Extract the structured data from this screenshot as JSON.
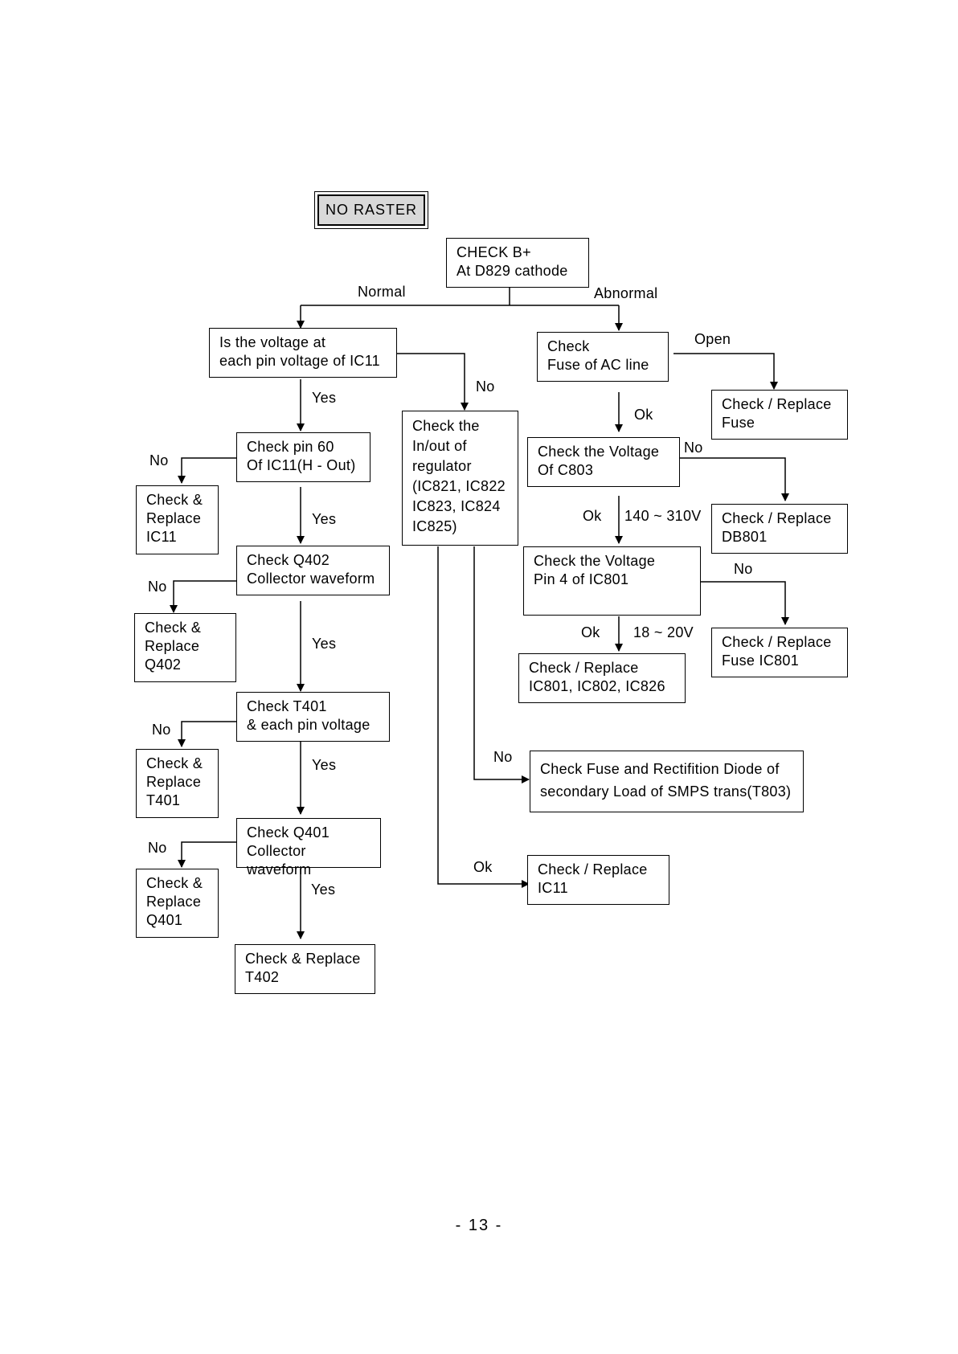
{
  "title": "NO RASTER",
  "nodes": {
    "check_b": "CHECK B+\nAt D829 cathode",
    "is_voltage": "Is the voltage at\neach pin voltage of IC11",
    "check_fuse_ac": "Check\nFuse of AC line",
    "check_replace_fuse": "Check / Replace\nFuse",
    "check_regulator": "Check the\nIn/out of\nregulator\n(IC821, IC822\nIC823, IC824\nIC825)",
    "check_pin60": "Check pin 60\nOf IC11(H - Out)",
    "check_replace_ic11_left": "Check &\nReplace\nIC11",
    "check_voltage_c803": "Check the Voltage\nOf C803",
    "check_replace_db801": "Check / Replace\nDB801",
    "check_q402": "Check Q402\nCollector waveform",
    "check_replace_q402": "Check &\nReplace\nQ402",
    "check_voltage_pin4": "Check the Voltage\nPin 4 of IC801",
    "check_replace_fuse_ic801": "Check / Replace\nFuse IC801",
    "check_replace_ic801": "Check / Replace\nIC801, IC802, IC826",
    "check_t401": "Check T401\n& each pin voltage",
    "check_replace_t401": "Check &\nReplace\nT401",
    "check_fuse_rect": "Check Fuse and Rectifition Diode of\nsecondary Load of SMPS trans(T803)",
    "check_q401": "Check Q401\nCollector waveform",
    "check_replace_q401": "Check &\nReplace\nQ401",
    "check_replace_ic11_right": "Check / Replace\n IC11",
    "check_replace_t402": "Check & Replace\nT402"
  },
  "edge_labels": {
    "normal": "Normal",
    "abnormal": "Abnormal",
    "open": "Open",
    "no_regulator": "No",
    "yes_1": "Yes",
    "ok_fuse": "Ok",
    "no_pin60": "No",
    "no_c803": "No",
    "yes_2": "Yes",
    "ok_c803": "Ok",
    "range_c803": "140 ~ 310V",
    "no_q402": "No",
    "no_pin4": "No",
    "yes_3": "Yes",
    "ok_pin4": "Ok",
    "range_pin4": "18 ~ 20V",
    "no_t401": "No",
    "yes_4": "Yes",
    "no_secondary": "No",
    "no_q401": "No",
    "ok_ic11": "Ok",
    "yes_5": "Yes"
  },
  "page_number": "-  13  -"
}
